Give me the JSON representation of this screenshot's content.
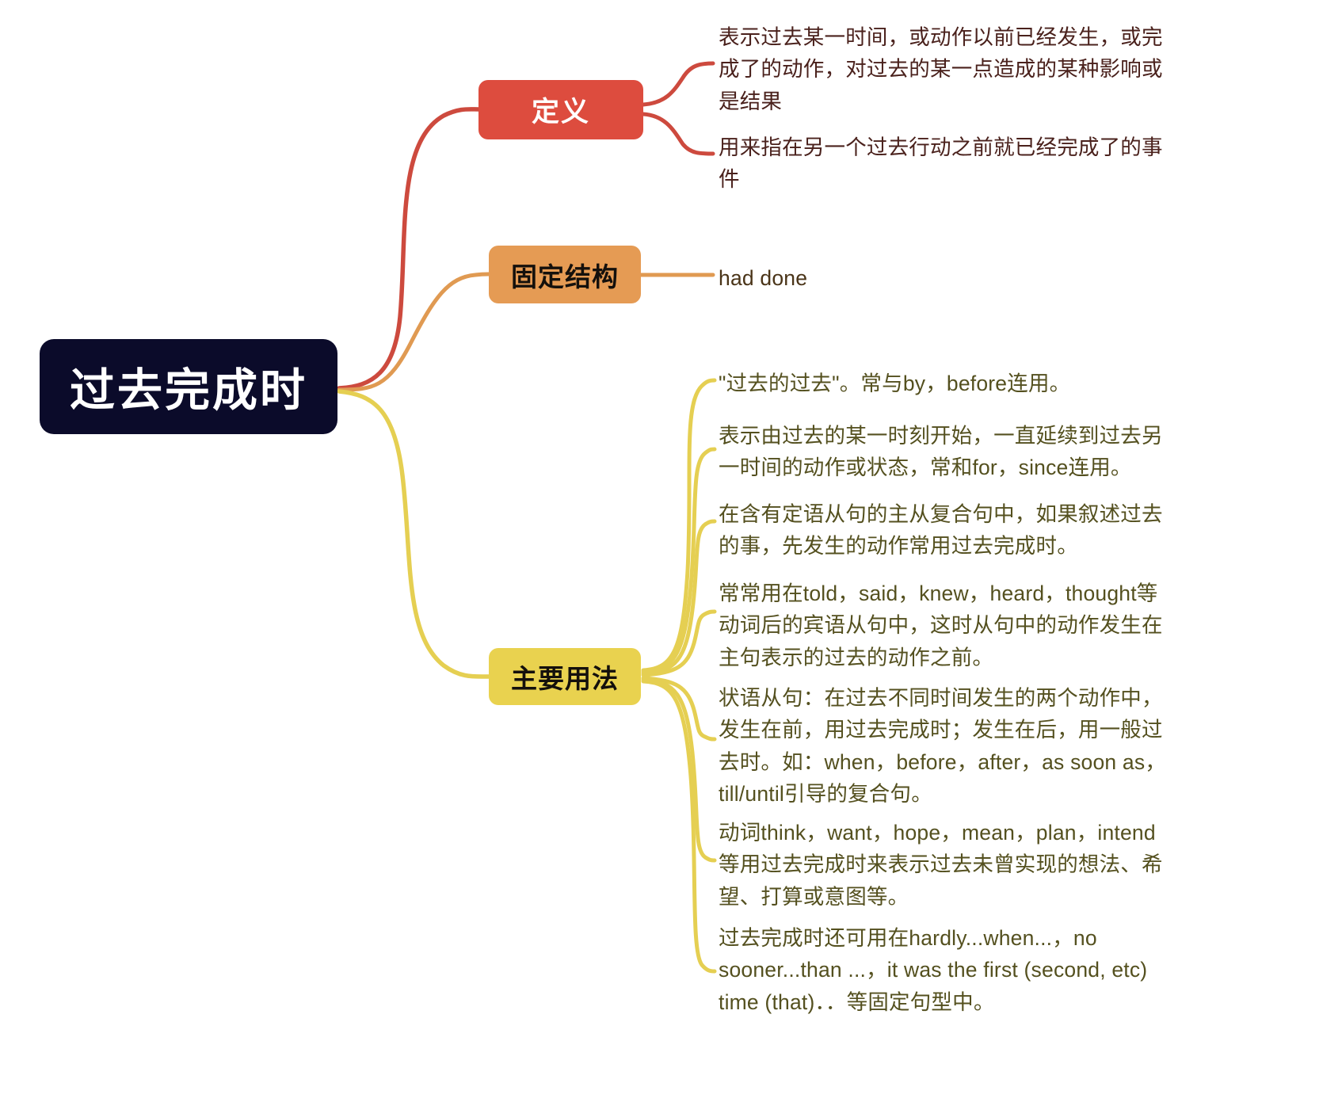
{
  "mindmap": {
    "title": "过去完成时",
    "root": {
      "label": "过去完成时",
      "color": "#0b0b2a",
      "text_color": "#ffffff"
    },
    "branches": [
      {
        "id": "definition",
        "label": "定义",
        "color": "#dd4c3e",
        "text_color": "#ffffff",
        "leaves": [
          "表示过去某一时间，或动作以前已经发生，或完成了的动作，对过去的某一点造成的某种影响或是结果",
          "用来指在另一个过去行动之前就已经完成了的事件"
        ]
      },
      {
        "id": "structure",
        "label": "固定结构",
        "color": "#e59b54",
        "text_color": "#14100c",
        "leaves": [
          "had done"
        ]
      },
      {
        "id": "usage",
        "label": "主要用法",
        "color": "#e9d24f",
        "text_color": "#14100c",
        "leaves": [
          "\"过去的过去\"。常与by，before连用。",
          "表示由过去的某一时刻开始，一直延续到过去另一时间的动作或状态，常和for，since连用。",
          "在含有定语从句的主从复合句中，如果叙述过去的事，先发生的动作常用过去完成时。",
          "常常用在told，said，knew，heard，thought等动词后的宾语从句中，这时从句中的动作发生在主句表示的过去的动作之前。",
          "状语从句：在过去不同时间发生的两个动作中，发生在前，用过去完成时；发生在后，用一般过去时。如：when，before，after，as soon as，till/until引导的复合句。",
          "动词think，want，hope，mean，plan，intend等用过去完成时来表示过去未曾实现的想法、希望、打算或意图等。",
          "过去完成时还可用在hardly...when...，no sooner...than ...，it was the first (second, etc) time (that)．．等固定句型中。"
        ]
      }
    ]
  }
}
